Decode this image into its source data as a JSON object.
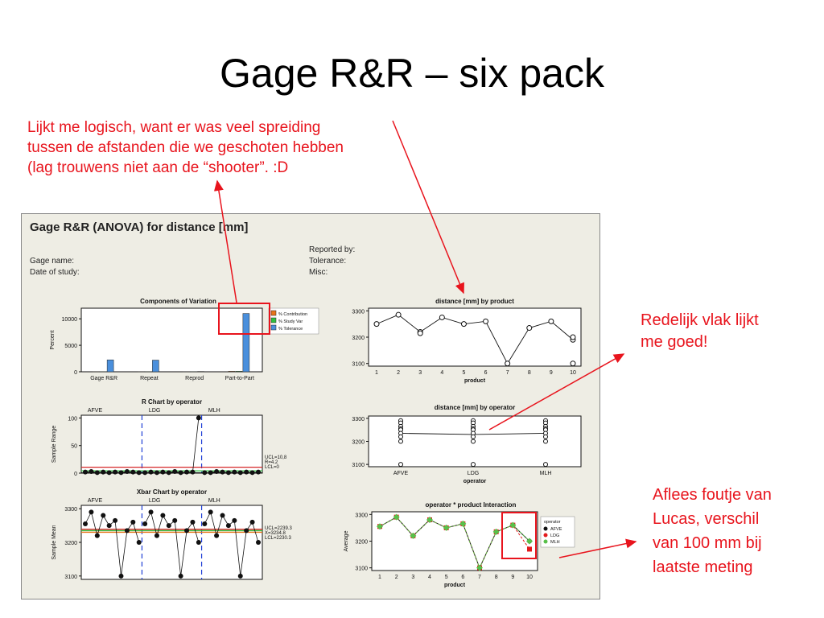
{
  "slide": {
    "title": "Gage R&R – six pack",
    "note_top": [
      "Lijkt me logisch, want er was veel spreiding",
      "tussen de afstanden die we geschoten hebben",
      "(lag trouwens niet aan de “shooter”. :D"
    ],
    "note_right": [
      "Redelijk vlak lijkt",
      "me goed!"
    ],
    "note_bottom": [
      "Aflees foutje van",
      "Lucas, verschil",
      "van 100 mm bij",
      "laatste meting"
    ],
    "annotation_color": "#e8141d"
  },
  "panel": {
    "title": "Gage R&R (ANOVA) for distance [mm]",
    "gage_name_label": "Gage name:",
    "date_label": "Date of study:",
    "reported_by_label": "Reported by:",
    "tolerance_label": "Tolerance:",
    "misc_label": "Misc:"
  },
  "chart_data": [
    {
      "type": "bar",
      "title": "Components of Variation",
      "ylabel": "Percent",
      "categories": [
        "Gage R&R",
        "Repeat",
        "Reprod",
        "Part-to-Part"
      ],
      "ylim": [
        0,
        12000
      ],
      "yticks": [
        "0",
        "5000",
        "10000"
      ],
      "series": [
        {
          "name": "% Contribution",
          "color": "#e8741a",
          "values": [
            5,
            4,
            1,
            95
          ]
        },
        {
          "name": "% Study Var",
          "color": "#2fbf3f",
          "values": [
            25,
            22,
            8,
            97
          ]
        },
        {
          "name": "% Tolerance",
          "color": "#4a8fdc",
          "values": [
            2250,
            2200,
            60,
            11000
          ]
        }
      ]
    },
    {
      "type": "line",
      "title": "R Chart by operator",
      "ylabel": "Sample Range",
      "groups": [
        "AFVE",
        "LDG",
        "MLH"
      ],
      "ylim": [
        0,
        105
      ],
      "yticks": [
        "0",
        "50",
        "100"
      ],
      "values": [
        2,
        3,
        1,
        2,
        1,
        2,
        1,
        3,
        2,
        1,
        1,
        2,
        1,
        2,
        1,
        3,
        1,
        2,
        2,
        100,
        1,
        1,
        3,
        2,
        1,
        2,
        1,
        2,
        1,
        2
      ],
      "limit_labels": [
        "UCL=10,8",
        "R=4.2",
        "LCL=0"
      ]
    },
    {
      "type": "line",
      "title": "Xbar Chart by operator",
      "ylabel": "Sample Mean",
      "groups": [
        "AFVE",
        "LDG",
        "MLH"
      ],
      "ylim": [
        3090,
        3310
      ],
      "yticks": [
        "3100",
        "3200",
        "3300"
      ],
      "values": [
        3255,
        3290,
        3220,
        3280,
        3250,
        3265,
        3100,
        3235,
        3260,
        3200,
        3255,
        3290,
        3220,
        3280,
        3250,
        3265,
        3100,
        3235,
        3260,
        3200,
        3255,
        3290,
        3220,
        3280,
        3250,
        3265,
        3100,
        3235,
        3260,
        3200
      ],
      "limit_labels": [
        "UCL=2239.3",
        "X=3234.8",
        "LCL=2230.3"
      ]
    },
    {
      "type": "scatter",
      "title": "distance [mm] by product",
      "xlabel": "product",
      "categories": [
        "1",
        "2",
        "3",
        "4",
        "5",
        "6",
        "7",
        "8",
        "9",
        "10"
      ],
      "ylim": [
        3090,
        3310
      ],
      "yticks": [
        "3100",
        "3200",
        "3300"
      ],
      "means": [
        3250,
        3285,
        3220,
        3275,
        3250,
        3260,
        3100,
        3235,
        3260,
        3190
      ],
      "extra_points": [
        {
          "x": "10",
          "y": 3100
        },
        {
          "x": "10",
          "y": 3200
        },
        {
          "x": "3",
          "y": 3215
        }
      ]
    },
    {
      "type": "scatter",
      "title": "distance [mm] by operator",
      "xlabel": "operator",
      "categories": [
        "AFVE",
        "LDG",
        "MLH"
      ],
      "ylim": [
        3090,
        3310
      ],
      "yticks": [
        "3100",
        "3200",
        "3300"
      ],
      "means": [
        3235,
        3230,
        3235
      ],
      "points": [
        [
          3290,
          3280,
          3265,
          3255,
          3250,
          3235,
          3220,
          3200,
          3100
        ],
        [
          3290,
          3280,
          3265,
          3255,
          3250,
          3235,
          3220,
          3200,
          3100
        ],
        [
          3290,
          3280,
          3265,
          3255,
          3250,
          3235,
          3220,
          3200,
          3100
        ]
      ]
    },
    {
      "type": "line",
      "title": "operator * product Interaction",
      "xlabel": "product",
      "ylabel": "Average",
      "categories": [
        "1",
        "2",
        "3",
        "4",
        "5",
        "6",
        "7",
        "8",
        "9",
        "10"
      ],
      "ylim": [
        3090,
        3310
      ],
      "yticks": [
        "3100",
        "3200",
        "3300"
      ],
      "legend_title": "operator",
      "series": [
        {
          "name": "AFVE",
          "color": "#111111",
          "values": [
            3255,
            3290,
            3220,
            3280,
            3250,
            3265,
            3100,
            3235,
            3260,
            3200
          ]
        },
        {
          "name": "LDG",
          "color": "#e31a1c",
          "values": [
            3255,
            3290,
            3220,
            3280,
            3250,
            3265,
            3100,
            3235,
            3260,
            3170
          ]
        },
        {
          "name": "MLH",
          "color": "#59c04a",
          "values": [
            3255,
            3290,
            3220,
            3280,
            3250,
            3265,
            3100,
            3235,
            3260,
            3200
          ]
        }
      ]
    }
  ]
}
